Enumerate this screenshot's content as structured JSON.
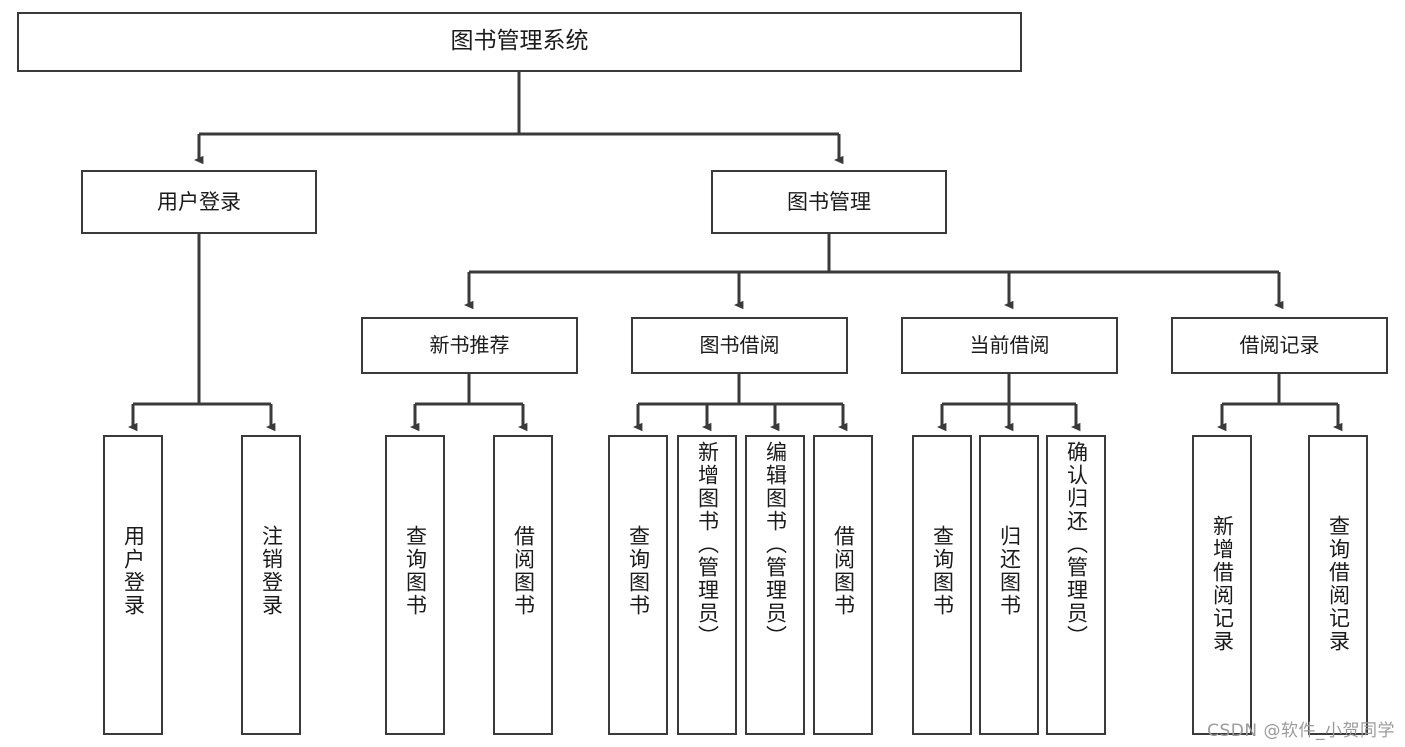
{
  "diagram": {
    "title": "图书管理系统",
    "root": {
      "label": "图书管理系统"
    },
    "level2": [
      {
        "label": "用户登录"
      },
      {
        "label": "图书管理"
      }
    ],
    "level3": [
      {
        "label": "新书推荐"
      },
      {
        "label": "图书借阅"
      },
      {
        "label": "当前借阅"
      },
      {
        "label": "借阅记录"
      }
    ],
    "leaves": {
      "user_login": [
        {
          "label": "用户登录"
        },
        {
          "label": "注销登录"
        }
      ],
      "new_book_recommend": [
        {
          "label": "查询图书"
        },
        {
          "label": "借阅图书"
        }
      ],
      "book_borrow": [
        {
          "label": "查询图书"
        },
        {
          "label": "新增图书（管理员）"
        },
        {
          "label": "编辑图书（管理员）"
        },
        {
          "label": "借阅图书"
        }
      ],
      "current_borrow": [
        {
          "label": "查询图书"
        },
        {
          "label": "归还图书"
        },
        {
          "label": "确认归还（管理员）"
        }
      ],
      "borrow_record": [
        {
          "label": "新增借阅记录"
        },
        {
          "label": "查询借阅记录"
        }
      ]
    }
  },
  "watermark": {
    "text": "CSDN @软件_小贺同学"
  },
  "colors": {
    "stroke": "#3a3a3a",
    "text": "#1b1b1b",
    "background": "#ffffff",
    "watermark": "#9b9b9b"
  }
}
